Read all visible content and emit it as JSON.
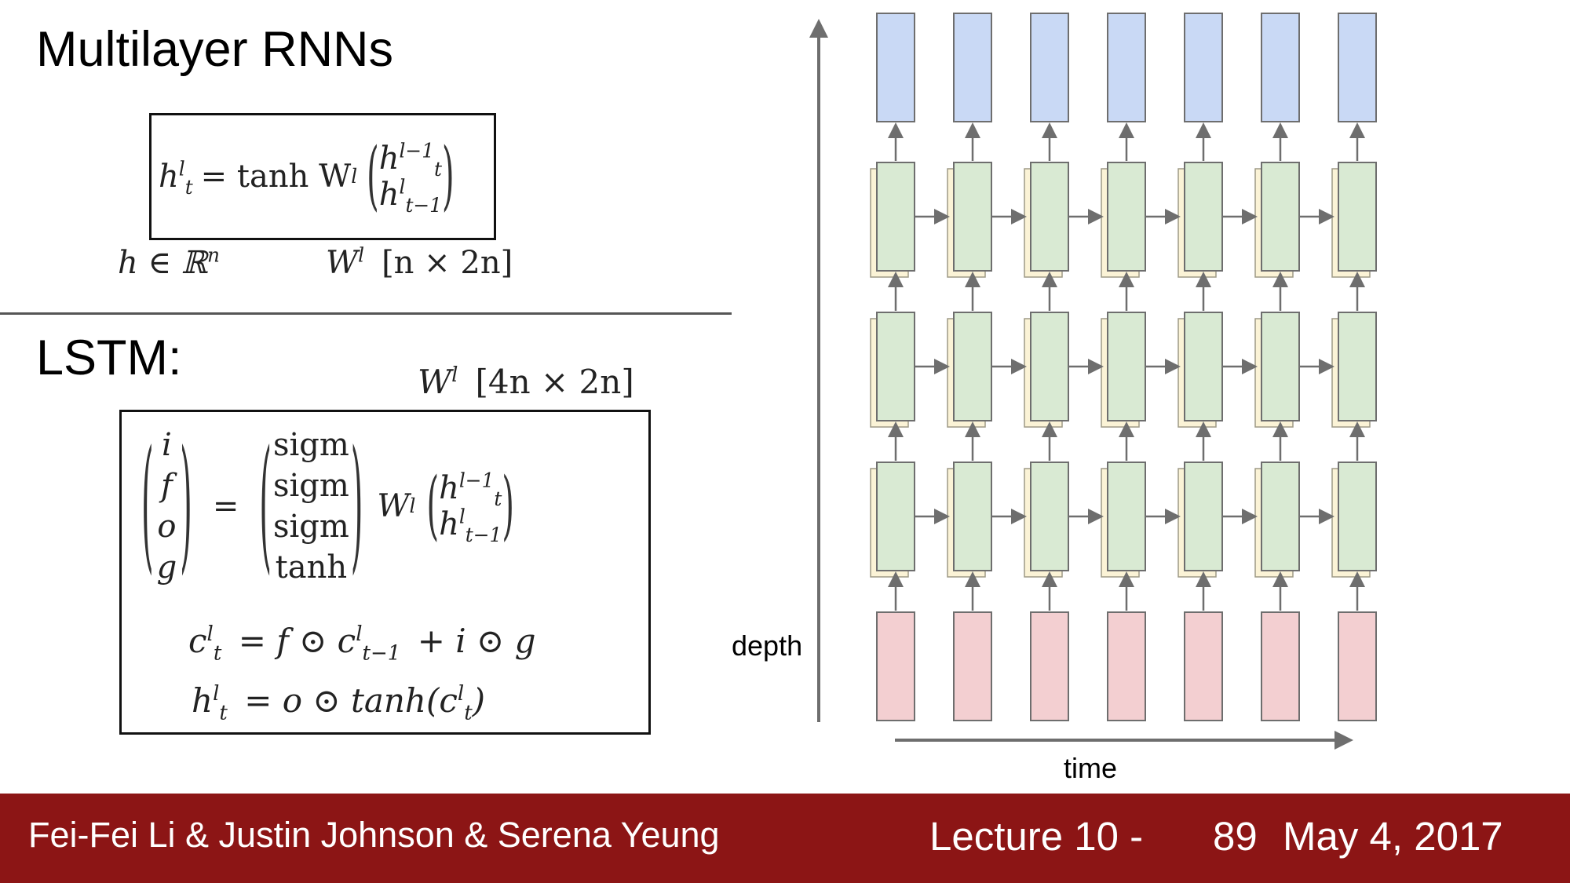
{
  "slide": {
    "title": "Multilayer RNNs",
    "lstm_heading": "LSTM:"
  },
  "rnn_eq": {
    "lhs": "h",
    "lhs_sup": "l",
    "lhs_sub": "t",
    "eq_text": "= tanh W",
    "W_sup": "l",
    "vec_top": "h",
    "vec_top_sup": "l−1",
    "vec_top_sub": "t",
    "vec_bot": "h",
    "vec_bot_sup": "l",
    "vec_bot_sub": "t−1"
  },
  "rnn_dims": {
    "h_space": "h ∈ ℝ",
    "h_space_sup": "n",
    "W": "W",
    "W_sup": "l",
    "W_dims": "[n × 2n]"
  },
  "lstm_dims": {
    "W": "W",
    "W_sup": "l",
    "W_dims": "[4n × 2n]"
  },
  "lstm_eq": {
    "gates": [
      "i",
      "f",
      "o",
      "g"
    ],
    "activations": [
      "sigm",
      "sigm",
      "sigm",
      "tanh"
    ],
    "equals": "=",
    "W": "W",
    "W_sup": "l",
    "vec_top": "h",
    "vec_top_sup": "l−1",
    "vec_top_sub": "t",
    "vec_bot": "h",
    "vec_bot_sup": "l",
    "vec_bot_sub": "t−1",
    "cell_eq": "= f ⊙ c",
    "cell_eq_sub": "t−1",
    "cell_eq_sup": "l",
    "cell_eq_tail": "+ i ⊙ g",
    "c": "c",
    "c_sup": "l",
    "c_sub": "t",
    "h": "h",
    "h_sup": "l",
    "h_sub": "t",
    "hidden_eq": "= o ⊙ tanh(c",
    "hidden_eq_sup": "l",
    "hidden_eq_sub": "t",
    "hidden_eq_tail": ")"
  },
  "diagram": {
    "depth_label": "depth",
    "time_label": "time",
    "columns": 7,
    "hidden_layers": 3,
    "colors": {
      "output": "#c9d9f5",
      "hidden": "#d9ead3",
      "hidden_shadow": "#fbf3d6",
      "input": "#f3cfd1",
      "border": "#6e6e6e",
      "arrow": "#6e6e6e"
    }
  },
  "footer": {
    "authors": "Fei-Fei Li & Justin Johnson & Serena Yeung",
    "lecture": "Lecture 10 -",
    "page": "89",
    "date": "May 4, 2017",
    "background": "#8c1515"
  }
}
